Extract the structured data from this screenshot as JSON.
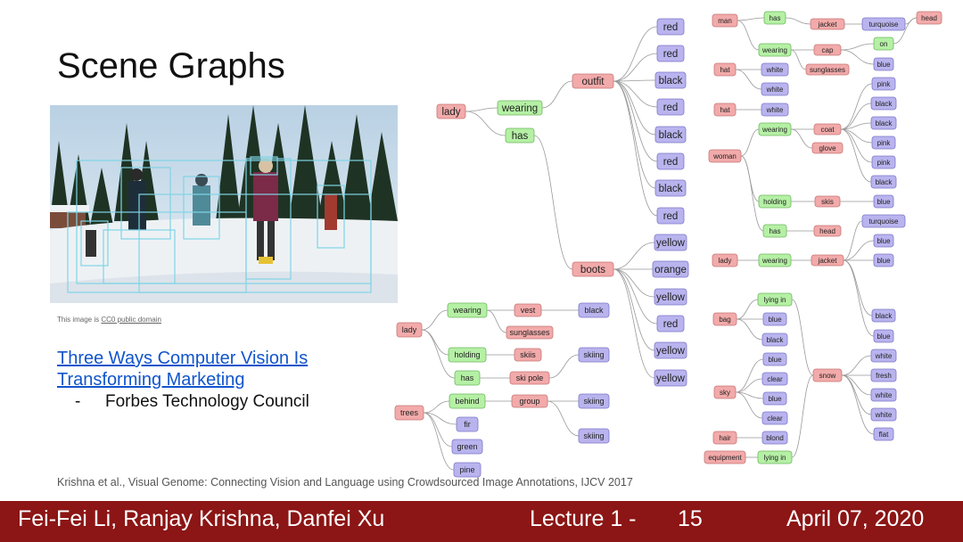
{
  "slide": {
    "title": "Scene Graphs",
    "image_credit_prefix": "This image is ",
    "image_credit_link": "CC0 public domain",
    "article_link": "Three Ways Computer Vision Is Transforming Marketing",
    "bullet_dash": "-",
    "bullet_text": "Forbes Technology Council",
    "citation": "Krishna et al., Visual Genome: Connecting Vision and Language using Crowdsourced Image Annotations, IJCV 2017"
  },
  "footer": {
    "authors": "Fei-Fei Li, Ranjay Krishna, Danfei Xu",
    "lecture": "Lecture 1 -",
    "page": "15",
    "date": "April 07, 2020"
  },
  "colors": {
    "object": "#f2aaaa",
    "object_stroke": "#c77777",
    "relation": "#b5f0a5",
    "relation_stroke": "#6fb85f",
    "attribute": "#b9b4ee",
    "attribute_stroke": "#7d77c8",
    "edge": "#999999",
    "footer_bg": "#8c1515",
    "link": "#1155cc"
  },
  "scene_graph": {
    "nodes": [
      {
        "id": "a_lady",
        "label": "lady",
        "kind": "object"
      },
      {
        "id": "a_wearing",
        "label": "wearing",
        "kind": "relation"
      },
      {
        "id": "a_has",
        "label": "has",
        "kind": "relation"
      },
      {
        "id": "a_outfit",
        "label": "outfit",
        "kind": "object"
      },
      {
        "id": "a_boots",
        "label": "boots",
        "kind": "object"
      },
      {
        "id": "a_o1",
        "label": "red",
        "kind": "attribute"
      },
      {
        "id": "a_o2",
        "label": "red",
        "kind": "attribute"
      },
      {
        "id": "a_o3",
        "label": "black",
        "kind": "attribute"
      },
      {
        "id": "a_o4",
        "label": "red",
        "kind": "attribute"
      },
      {
        "id": "a_o5",
        "label": "black",
        "kind": "attribute"
      },
      {
        "id": "a_o6",
        "label": "red",
        "kind": "attribute"
      },
      {
        "id": "a_o7",
        "label": "black",
        "kind": "attribute"
      },
      {
        "id": "a_o8",
        "label": "red",
        "kind": "attribute"
      },
      {
        "id": "a_b1",
        "label": "yellow",
        "kind": "attribute"
      },
      {
        "id": "a_b2",
        "label": "orange",
        "kind": "attribute"
      },
      {
        "id": "a_b3",
        "label": "yellow",
        "kind": "attribute"
      },
      {
        "id": "a_b4",
        "label": "red",
        "kind": "attribute"
      },
      {
        "id": "a_b5",
        "label": "yellow",
        "kind": "attribute"
      },
      {
        "id": "a_b6",
        "label": "yellow",
        "kind": "attribute"
      },
      {
        "id": "b_lady",
        "label": "lady",
        "kind": "object"
      },
      {
        "id": "b_wearing",
        "label": "wearing",
        "kind": "relation"
      },
      {
        "id": "b_vest",
        "label": "vest",
        "kind": "object"
      },
      {
        "id": "b_black",
        "label": "black",
        "kind": "attribute"
      },
      {
        "id": "b_sung",
        "label": "sunglasses",
        "kind": "object"
      },
      {
        "id": "b_holding",
        "label": "holding",
        "kind": "relation"
      },
      {
        "id": "b_skiis",
        "label": "skiis",
        "kind": "object"
      },
      {
        "id": "b_has",
        "label": "has",
        "kind": "relation"
      },
      {
        "id": "b_skipole",
        "label": "ski pole",
        "kind": "object"
      },
      {
        "id": "b_skiing1",
        "label": "skiing",
        "kind": "attribute"
      },
      {
        "id": "b_trees",
        "label": "trees",
        "kind": "object"
      },
      {
        "id": "b_behind",
        "label": "behind",
        "kind": "relation"
      },
      {
        "id": "b_group",
        "label": "group",
        "kind": "object"
      },
      {
        "id": "b_skiing2",
        "label": "skiing",
        "kind": "attribute"
      },
      {
        "id": "b_skiing3",
        "label": "skiing",
        "kind": "attribute"
      },
      {
        "id": "b_fir",
        "label": "fir",
        "kind": "attribute"
      },
      {
        "id": "b_green",
        "label": "green",
        "kind": "attribute"
      },
      {
        "id": "b_pine",
        "label": "pine",
        "kind": "attribute"
      },
      {
        "id": "c_man",
        "label": "man",
        "kind": "object"
      },
      {
        "id": "c_has",
        "label": "has",
        "kind": "relation"
      },
      {
        "id": "c_jacket",
        "label": "jacket",
        "kind": "object"
      },
      {
        "id": "c_turq",
        "label": "turquoise",
        "kind": "attribute"
      },
      {
        "id": "c_head",
        "label": "head",
        "kind": "object"
      },
      {
        "id": "c_wearing",
        "label": "wearing",
        "kind": "relation"
      },
      {
        "id": "c_cap",
        "label": "cap",
        "kind": "object"
      },
      {
        "id": "c_on",
        "label": "on",
        "kind": "relation"
      },
      {
        "id": "c_blue",
        "label": "blue",
        "kind": "attribute"
      },
      {
        "id": "c_sung",
        "label": "sunglasses",
        "kind": "object"
      },
      {
        "id": "c_hat1",
        "label": "hat",
        "kind": "object"
      },
      {
        "id": "c_white1",
        "label": "white",
        "kind": "attribute"
      },
      {
        "id": "c_white2",
        "label": "white",
        "kind": "attribute"
      },
      {
        "id": "c_hat2",
        "label": "hat",
        "kind": "object"
      },
      {
        "id": "c_white3",
        "label": "white",
        "kind": "attribute"
      },
      {
        "id": "d_woman",
        "label": "woman",
        "kind": "object"
      },
      {
        "id": "d_wearing",
        "label": "wearing",
        "kind": "relation"
      },
      {
        "id": "d_coat",
        "label": "coat",
        "kind": "object"
      },
      {
        "id": "d_glove",
        "label": "glove",
        "kind": "object"
      },
      {
        "id": "d_pink1",
        "label": "pink",
        "kind": "attribute"
      },
      {
        "id": "d_black1",
        "label": "black",
        "kind": "attribute"
      },
      {
        "id": "d_black2",
        "label": "black",
        "kind": "attribute"
      },
      {
        "id": "d_pink2",
        "label": "pink",
        "kind": "attribute"
      },
      {
        "id": "d_pink3",
        "label": "pink",
        "kind": "attribute"
      },
      {
        "id": "d_black3",
        "label": "black",
        "kind": "attribute"
      },
      {
        "id": "d_holding",
        "label": "holding",
        "kind": "relation"
      },
      {
        "id": "d_skis",
        "label": "skis",
        "kind": "object"
      },
      {
        "id": "d_blue",
        "label": "blue",
        "kind": "attribute"
      },
      {
        "id": "d_has",
        "label": "has",
        "kind": "relation"
      },
      {
        "id": "d_head",
        "label": "head",
        "kind": "object"
      },
      {
        "id": "e_lady",
        "label": "lady",
        "kind": "object"
      },
      {
        "id": "e_wearing",
        "label": "wearing",
        "kind": "relation"
      },
      {
        "id": "e_jacket",
        "label": "jacket",
        "kind": "object"
      },
      {
        "id": "e_turq",
        "label": "turquoise",
        "kind": "attribute"
      },
      {
        "id": "e_blue1",
        "label": "blue",
        "kind": "attribute"
      },
      {
        "id": "e_blue2",
        "label": "blue",
        "kind": "attribute"
      },
      {
        "id": "e_black",
        "label": "black",
        "kind": "attribute"
      },
      {
        "id": "e_blue3",
        "label": "blue",
        "kind": "attribute"
      },
      {
        "id": "f_bag",
        "label": "bag",
        "kind": "object"
      },
      {
        "id": "f_lyingin1",
        "label": "lying in",
        "kind": "relation"
      },
      {
        "id": "f_blue1",
        "label": "blue",
        "kind": "attribute"
      },
      {
        "id": "f_black",
        "label": "black",
        "kind": "attribute"
      },
      {
        "id": "f_blue2",
        "label": "blue",
        "kind": "attribute"
      },
      {
        "id": "f_sky",
        "label": "sky",
        "kind": "object"
      },
      {
        "id": "f_clear1",
        "label": "clear",
        "kind": "attribute"
      },
      {
        "id": "f_blue3",
        "label": "blue",
        "kind": "attribute"
      },
      {
        "id": "f_clear2",
        "label": "clear",
        "kind": "attribute"
      },
      {
        "id": "f_hair",
        "label": "hair",
        "kind": "object"
      },
      {
        "id": "f_blond",
        "label": "blond",
        "kind": "attribute"
      },
      {
        "id": "f_equip",
        "label": "equipment",
        "kind": "object"
      },
      {
        "id": "f_lyingin2",
        "label": "lying in",
        "kind": "relation"
      },
      {
        "id": "f_snow",
        "label": "snow",
        "kind": "object"
      },
      {
        "id": "f_white1",
        "label": "white",
        "kind": "attribute"
      },
      {
        "id": "f_fresh",
        "label": "fresh",
        "kind": "attribute"
      },
      {
        "id": "f_white2",
        "label": "white",
        "kind": "attribute"
      },
      {
        "id": "f_white3",
        "label": "white",
        "kind": "attribute"
      },
      {
        "id": "f_flat",
        "label": "flat",
        "kind": "attribute"
      }
    ],
    "edges": [
      [
        "a_lady",
        "a_wearing"
      ],
      [
        "a_lady",
        "a_has"
      ],
      [
        "a_wearing",
        "a_outfit"
      ],
      [
        "a_has",
        "a_boots"
      ],
      [
        "a_outfit",
        "a_o1"
      ],
      [
        "a_outfit",
        "a_o2"
      ],
      [
        "a_outfit",
        "a_o3"
      ],
      [
        "a_outfit",
        "a_o4"
      ],
      [
        "a_outfit",
        "a_o5"
      ],
      [
        "a_outfit",
        "a_o6"
      ],
      [
        "a_outfit",
        "a_o7"
      ],
      [
        "a_outfit",
        "a_o8"
      ],
      [
        "a_boots",
        "a_b1"
      ],
      [
        "a_boots",
        "a_b2"
      ],
      [
        "a_boots",
        "a_b3"
      ],
      [
        "a_boots",
        "a_b4"
      ],
      [
        "a_boots",
        "a_b5"
      ],
      [
        "a_boots",
        "a_b6"
      ],
      [
        "b_lady",
        "b_wearing"
      ],
      [
        "b_lady",
        "b_holding"
      ],
      [
        "b_lady",
        "b_has"
      ],
      [
        "b_wearing",
        "b_vest"
      ],
      [
        "b_wearing",
        "b_sung"
      ],
      [
        "b_vest",
        "b_black"
      ],
      [
        "b_holding",
        "b_skiis"
      ],
      [
        "b_has",
        "b_skipole"
      ],
      [
        "b_skipole",
        "b_skiing1"
      ],
      [
        "b_trees",
        "b_behind"
      ],
      [
        "b_behind",
        "b_group"
      ],
      [
        "b_group",
        "b_skiing2"
      ],
      [
        "b_group",
        "b_skiing3"
      ],
      [
        "b_trees",
        "b_fir"
      ],
      [
        "b_trees",
        "b_green"
      ],
      [
        "b_trees",
        "b_pine"
      ],
      [
        "c_man",
        "c_has"
      ],
      [
        "c_has",
        "c_jacket"
      ],
      [
        "c_jacket",
        "c_turq"
      ],
      [
        "c_turq",
        "c_head"
      ],
      [
        "c_man",
        "c_wearing"
      ],
      [
        "c_wearing",
        "c_cap"
      ],
      [
        "c_wearing",
        "c_sung"
      ],
      [
        "c_cap",
        "c_on"
      ],
      [
        "c_cap",
        "c_blue"
      ],
      [
        "c_on",
        "c_head"
      ],
      [
        "c_hat1",
        "c_white1"
      ],
      [
        "c_hat1",
        "c_white2"
      ],
      [
        "c_hat2",
        "c_white3"
      ],
      [
        "d_woman",
        "d_wearing"
      ],
      [
        "d_wearing",
        "d_coat"
      ],
      [
        "d_wearing",
        "d_glove"
      ],
      [
        "d_coat",
        "d_pink1"
      ],
      [
        "d_coat",
        "d_black1"
      ],
      [
        "d_coat",
        "d_black2"
      ],
      [
        "d_coat",
        "d_pink2"
      ],
      [
        "d_coat",
        "d_pink3"
      ],
      [
        "d_coat",
        "d_black3"
      ],
      [
        "d_woman",
        "d_holding"
      ],
      [
        "d_holding",
        "d_skis"
      ],
      [
        "d_skis",
        "d_blue"
      ],
      [
        "d_woman",
        "d_has"
      ],
      [
        "d_has",
        "d_head"
      ],
      [
        "e_lady",
        "e_wearing"
      ],
      [
        "e_wearing",
        "e_jacket"
      ],
      [
        "e_jacket",
        "e_turq"
      ],
      [
        "e_jacket",
        "e_blue1"
      ],
      [
        "e_jacket",
        "e_blue2"
      ],
      [
        "e_jacket",
        "e_black"
      ],
      [
        "e_jacket",
        "e_blue3"
      ],
      [
        "f_bag",
        "f_lyingin1"
      ],
      [
        "f_bag",
        "f_blue1"
      ],
      [
        "f_bag",
        "f_black"
      ],
      [
        "f_lyingin1",
        "f_snow"
      ],
      [
        "f_sky",
        "f_blue2"
      ],
      [
        "f_sky",
        "f_clear1"
      ],
      [
        "f_sky",
        "f_blue3"
      ],
      [
        "f_sky",
        "f_clear2"
      ],
      [
        "f_hair",
        "f_blond"
      ],
      [
        "f_equip",
        "f_lyingin2"
      ],
      [
        "f_lyingin2",
        "f_snow"
      ],
      [
        "f_snow",
        "f_white1"
      ],
      [
        "f_snow",
        "f_fresh"
      ],
      [
        "f_snow",
        "f_white2"
      ],
      [
        "f_snow",
        "f_white3"
      ],
      [
        "f_snow",
        "f_flat"
      ]
    ]
  }
}
